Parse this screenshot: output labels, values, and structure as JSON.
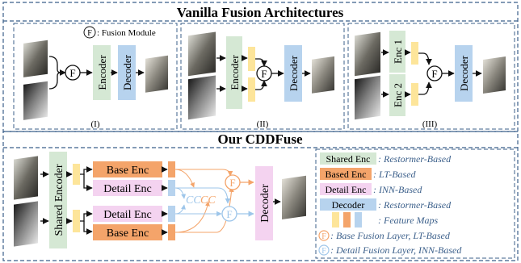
{
  "top": {
    "title": "Vanilla Fusion Architectures",
    "fusion_legend": ": Fusion Module",
    "fusion_symbol": "F",
    "labels": {
      "encoder": "Encoder",
      "decoder": "Decoder",
      "enc1": "Enc 1",
      "enc2": "Enc 2"
    },
    "panels": [
      "(I)",
      "(II)",
      "(III)"
    ]
  },
  "bottom": {
    "title": "Our CDDFuse",
    "shared_encoder": "Shared Encoder",
    "base_enc": "Base Enc",
    "detail_enc": "Detail Enc",
    "decoder": "Decoder",
    "cc": "CC",
    "legend": [
      {
        "key": "Shared Enc",
        "desc": ": Restormer-Based",
        "color": "#d5e8d4"
      },
      {
        "key": "Based Enc",
        "desc": ": LT-Based",
        "color": "#f4a46a"
      },
      {
        "key": "Detail Enc",
        "desc": ": INN-Based",
        "color": "#f4d3f0"
      },
      {
        "key": "Decoder",
        "desc": ": Restormer-Based",
        "color": "#b7d3ee"
      }
    ],
    "feature_maps": ": Feature Maps",
    "base_fusion": ": Base Fusion Layer, LT-Based",
    "detail_fusion": ": Detail Fusion Layer, INN-Based"
  },
  "colors": {
    "green": "#d5e8d4",
    "blue": "#b7d3ee",
    "orange": "#f4a46a",
    "pink": "#f4d3f0",
    "yellow": "#fde59a",
    "frame": "#3b5f8a",
    "arrow_orange": "#f4a46a",
    "arrow_blue": "#9ec6ea"
  }
}
